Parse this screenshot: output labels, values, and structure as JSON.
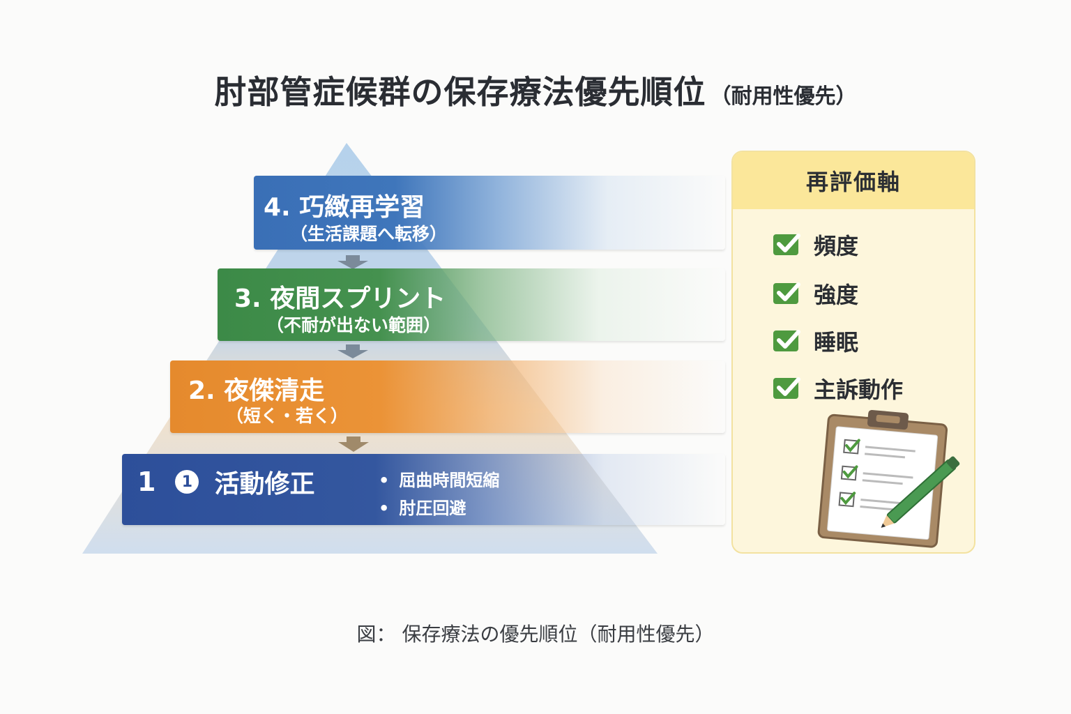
{
  "title": {
    "main": "肘部管症候群の保存療法優先順位",
    "sub": "（耐用性優先）"
  },
  "colors": {
    "tier4": "#3a6fb6",
    "tier3": "#3c8a47",
    "tier2": "#e58a2d",
    "tier1": "#2d4f9a",
    "panel_bg": "#fdf6dc",
    "panel_header": "#fbe79a",
    "check": "#4e9a3f"
  },
  "tiers": [
    {
      "number": "1",
      "badge": "1",
      "label": "活動修正",
      "bullets": [
        "屈曲時間短縮",
        "肘圧回避"
      ]
    },
    {
      "title": "2. 夜傑清走",
      "sub": "（短く・若く）"
    },
    {
      "title": "3. 夜間スプリント",
      "sub": "（不耐が出ない範囲）"
    },
    {
      "title": "4. 巧緻再学習",
      "sub": "（生活課題へ転移）"
    }
  ],
  "panel": {
    "header": "再評価軸",
    "items": [
      "頻度",
      "強度",
      "睡眠",
      "主訴動作"
    ],
    "illustration_icon": "clipboard-checklist-pencil-icon"
  },
  "caption": "図： 保存療法の優先順位（耐用性優先）"
}
